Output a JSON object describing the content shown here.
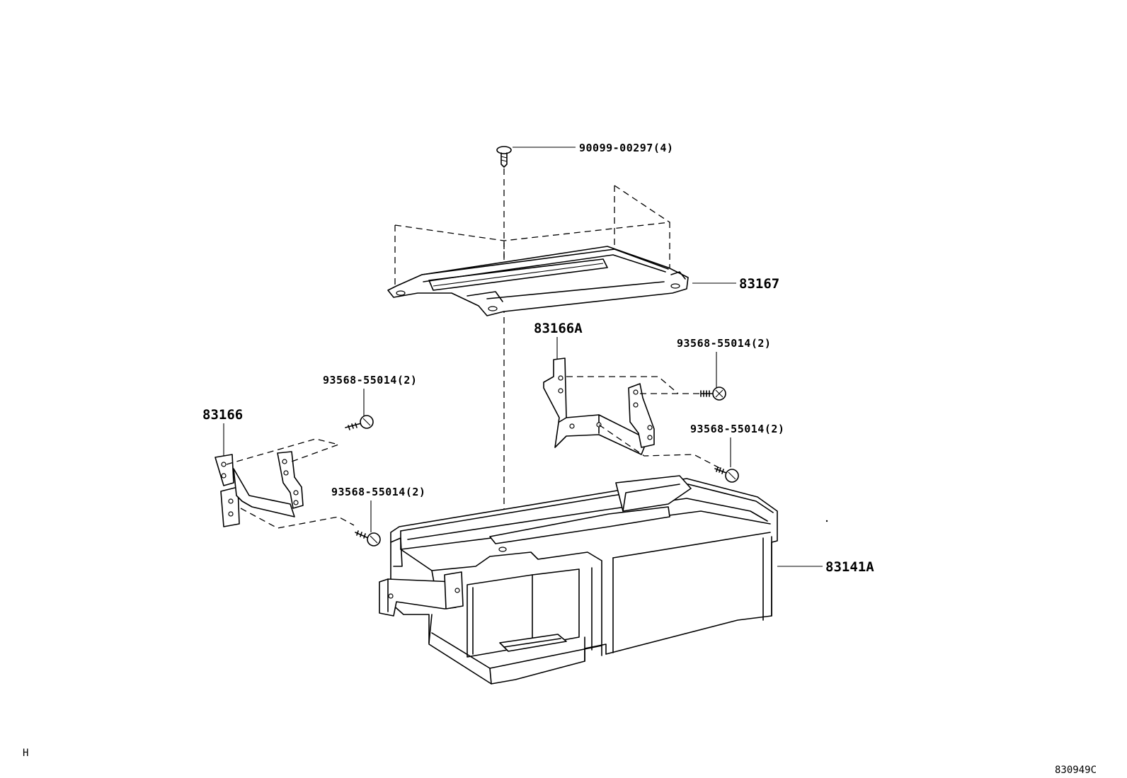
{
  "labels": {
    "screw_top": "90099-00297(4)",
    "cover": "83167",
    "bracket_right": "83166A",
    "bolt_right_upper": "93568-55014(2)",
    "bolt_right_lower": "93568-55014(2)",
    "bracket_left": "83166",
    "bolt_left_upper": "93568-55014(2)",
    "bolt_left_lower": "93568-55014(2)",
    "housing": "83141A"
  },
  "footer": {
    "left_mark": "H",
    "diagram_code": "830949C"
  }
}
